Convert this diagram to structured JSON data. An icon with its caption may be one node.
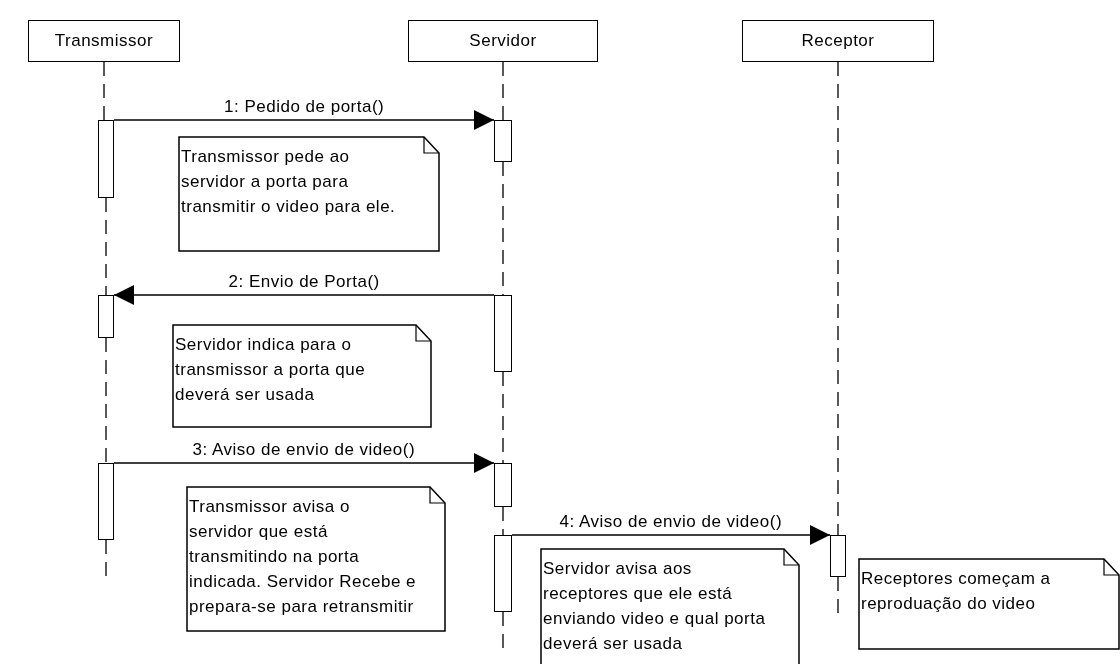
{
  "diagram": {
    "nodes": [
      {
        "text": [
          "Transmissor"
        ]
      },
      {
        "text": [
          "Servidor"
        ]
      },
      {
        "text": [
          "Receptor"
        ]
      },
      {
        "text": [],
        "shape": "bar"
      },
      {
        "text": [],
        "shape": "bar"
      },
      {
        "text": [],
        "shape": "bar"
      },
      {
        "text": [],
        "shape": "bar"
      },
      {
        "text": [],
        "shape": "bar"
      },
      {
        "text": [],
        "shape": "bar"
      },
      {
        "text": [],
        "shape": "bar"
      },
      {
        "text": [],
        "shape": "bar"
      },
      {
        "text": [
          "Transmissor pede ao servidor a porta para transmitir o video para ele."
        ]
      },
      {
        "text": [
          "Servidor indica para o transmissor a porta que deverá ser usada"
        ]
      },
      {
        "text": [
          "Transmissor avisa o servidor que está transmitindo na porta indicada. Servidor Recebe e prepara-se para retransmitir"
        ]
      },
      {
        "text": [
          "Servidor avisa aos receptores que ele está enviando video e qual porta deverá ser usada"
        ]
      },
      {
        "text": [
          "Receptores começam a reproduação do video"
        ]
      }
    ],
    "edges": [
      {
        "from": 3,
        "to": 4,
        "arrow": "to",
        "label": "1: Pedido de porta()"
      },
      {
        "from": 5,
        "to": 6,
        "arrow": "to",
        "label": "2: Envio de Porta()"
      },
      {
        "from": 7,
        "to": 8,
        "arrow": "to",
        "label": "3: Aviso de envio de video()"
      },
      {
        "from": 9,
        "to": 10,
        "arrow": "to",
        "label": "4: Aviso de envio de video()"
      },
      {
        "from": 0,
        "to": 3,
        "arrow": "none",
        "style": "dashed"
      },
      {
        "from": 3,
        "to": 6,
        "arrow": "none",
        "style": "dashed"
      },
      {
        "from": 6,
        "to": 7,
        "arrow": "none",
        "style": "dashed"
      },
      {
        "from": 7,
        "to": null,
        "arrow": "none",
        "style": "dashed"
      },
      {
        "from": 1,
        "to": 4,
        "arrow": "none",
        "style": "dashed"
      },
      {
        "from": 4,
        "to": 5,
        "arrow": "none",
        "style": "dashed"
      },
      {
        "from": 5,
        "to": 8,
        "arrow": "none",
        "style": "dashed"
      },
      {
        "from": 8,
        "to": 9,
        "arrow": "none",
        "style": "dashed"
      },
      {
        "from": 9,
        "to": null,
        "arrow": "none",
        "style": "dashed"
      },
      {
        "from": 2,
        "to": 10,
        "arrow": "none",
        "style": "dashed"
      },
      {
        "from": 10,
        "to": null,
        "arrow": "none",
        "style": "dashed"
      }
    ]
  }
}
